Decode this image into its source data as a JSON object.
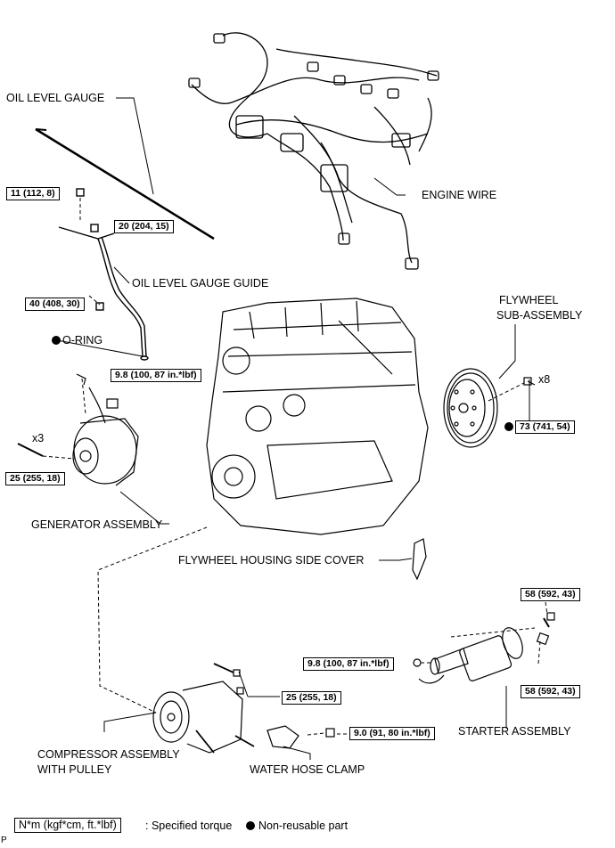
{
  "labels": {
    "oil_level_gauge": "OIL LEVEL GAUGE",
    "engine_wire": "ENGINE WIRE",
    "oil_level_gauge_guide": "OIL LEVEL GAUGE GUIDE",
    "o_ring": "O-RING",
    "flywheel_line1": "FLYWHEEL",
    "flywheel_line2": "SUB-ASSEMBLY",
    "generator_assembly": "GENERATOR ASSEMBLY",
    "flywheel_housing_side_cover": "FLYWHEEL HOUSING SIDE COVER",
    "compressor_line1": "COMPRESSOR ASSEMBLY",
    "compressor_line2": "WITH PULLEY",
    "water_hose_clamp": "WATER HOSE CLAMP",
    "starter_assembly": "STARTER ASSEMBLY"
  },
  "torques": {
    "t_11": "11 (112, 8)",
    "t_20": "20 (204, 15)",
    "t_40": "40 (408, 30)",
    "t_9_8_gen": "9.8 (100, 87 in.*lbf)",
    "t_25_gen": "25 (255, 18)",
    "t_73": "73 (741, 54)",
    "t_58_top": "58 (592, 43)",
    "t_9_8_starter": "9.8 (100, 87 in.*lbf)",
    "t_58_bottom": "58 (592, 43)",
    "t_25_comp": "25 (255, 18)",
    "t_9_0": "9.0 (91, 80 in.*lbf)"
  },
  "quantities": {
    "gen_bolts": "x3",
    "flywheel_bolts": "x8"
  },
  "legend": {
    "torque_unit": "N*m (kgf*cm, ft.*lbf)",
    "torque_desc": ": Specified torque",
    "non_reusable": "Non-reusable part"
  },
  "corner_mark": "P"
}
